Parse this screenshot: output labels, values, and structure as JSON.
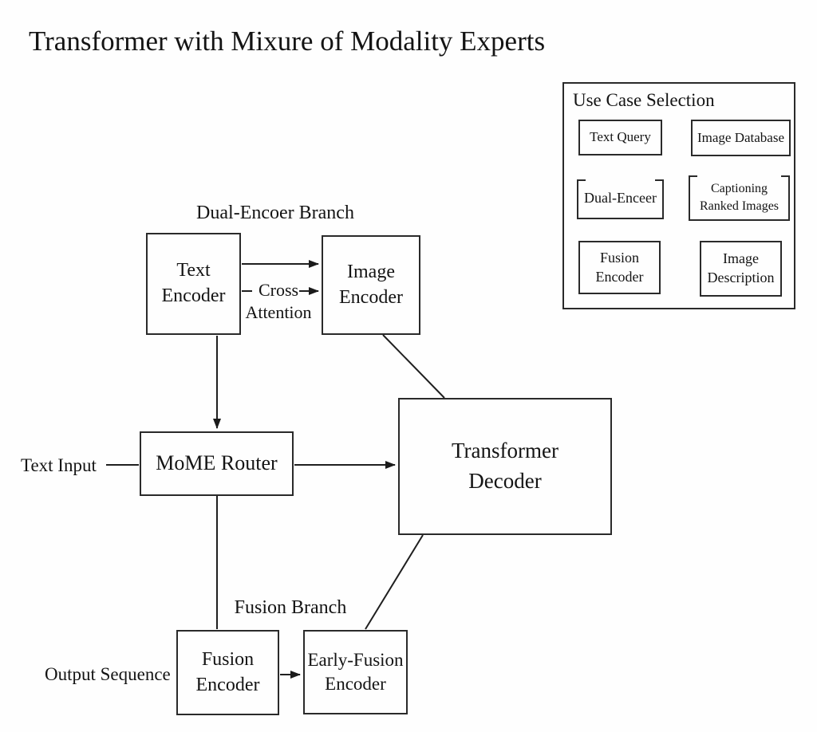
{
  "title": "Transformer with Mixure of Modality Experts",
  "labels": {
    "dual_branch": "Dual-Encoer Branch",
    "fusion_branch": "Fusion Branch",
    "text_input": "Text Input",
    "output_sequence": "Output Sequence",
    "cross_attention": "Cross\nAttention"
  },
  "nodes": {
    "text_encoder": "Text\nEncoder",
    "image_encoder": "Image\nEncoder",
    "mome_router": "MoME Router",
    "transformer_decoder": "Transformer\nDecoder",
    "fusion_encoder": "Fusion\nEncoder",
    "early_fusion_encoder": "Early-Fusion\nEncoder"
  },
  "use_case": {
    "title": "Use Case Selection",
    "text_query": "Text Query",
    "image_database": "Image Database",
    "dual_enceer": "Dual-Enceer",
    "captioning_ranked_images": "Captioning\nRanked Images",
    "fusion_encoder": "Fusion\nEncoder",
    "image_description": "Image\nDescription"
  },
  "colors": {
    "background": "#fefefe",
    "line": "#1f1f1f",
    "text": "#141414"
  }
}
